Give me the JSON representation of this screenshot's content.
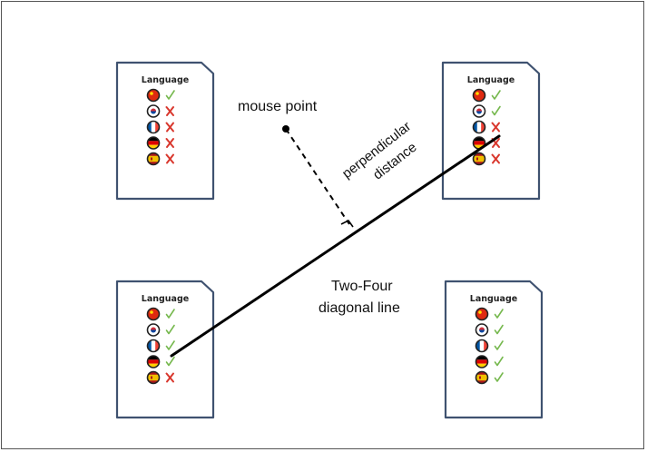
{
  "diagram": {
    "cards": [
      {
        "id": "top-left",
        "title": "Language",
        "rows": [
          {
            "flag": "china-flag",
            "mark": "check"
          },
          {
            "flag": "korea-flag",
            "mark": "cross"
          },
          {
            "flag": "france-flag",
            "mark": "cross"
          },
          {
            "flag": "germany-flag",
            "mark": "cross"
          },
          {
            "flag": "spain-flag",
            "mark": "cross"
          }
        ]
      },
      {
        "id": "top-right",
        "title": "Language",
        "rows": [
          {
            "flag": "china-flag",
            "mark": "check"
          },
          {
            "flag": "korea-flag",
            "mark": "check"
          },
          {
            "flag": "france-flag",
            "mark": "cross"
          },
          {
            "flag": "germany-flag",
            "mark": "cross"
          },
          {
            "flag": "spain-flag",
            "mark": "cross"
          }
        ]
      },
      {
        "id": "bottom-left",
        "title": "Language",
        "rows": [
          {
            "flag": "china-flag",
            "mark": "check"
          },
          {
            "flag": "korea-flag",
            "mark": "check"
          },
          {
            "flag": "france-flag",
            "mark": "check"
          },
          {
            "flag": "germany-flag",
            "mark": "check"
          },
          {
            "flag": "spain-flag",
            "mark": "cross"
          }
        ]
      },
      {
        "id": "bottom-right",
        "title": "Language",
        "rows": [
          {
            "flag": "china-flag",
            "mark": "check"
          },
          {
            "flag": "korea-flag",
            "mark": "check"
          },
          {
            "flag": "france-flag",
            "mark": "check"
          },
          {
            "flag": "germany-flag",
            "mark": "check"
          },
          {
            "flag": "spain-flag",
            "mark": "check"
          }
        ]
      }
    ],
    "labels": {
      "mouse_point": "mouse point",
      "perpendicular_line1": "perpendicular",
      "perpendicular_line2": "distance",
      "diagonal_line1": "Two-Four",
      "diagonal_line2": "diagonal line"
    },
    "colors": {
      "check": "#76b84e",
      "cross": "#d9382e",
      "line": "#000000",
      "card_border": "#3f5270"
    }
  }
}
